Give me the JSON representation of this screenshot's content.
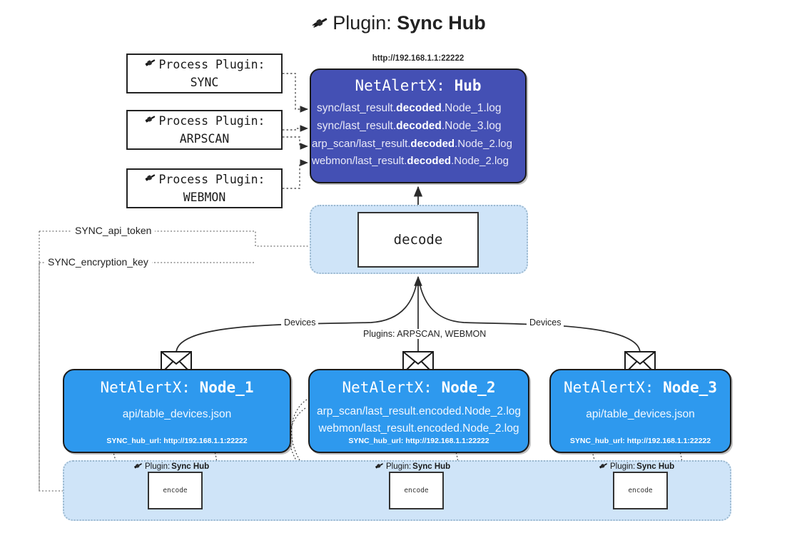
{
  "title": {
    "icon": "plug-icon",
    "prefix": "Plugin:",
    "name": "Sync Hub"
  },
  "process_plugins": [
    {
      "icon": "plug-icon",
      "line1": "Process Plugin:",
      "line2": "SYNC"
    },
    {
      "icon": "plug-icon",
      "line1": "Process Plugin:",
      "line2": "ARPSCAN"
    },
    {
      "icon": "plug-icon",
      "line1": "Process Plugin:",
      "line2": "WEBMON"
    }
  ],
  "hub": {
    "url": "http://192.168.1.1:22222",
    "title_prefix": "NetAlertX:",
    "title_name": "Hub",
    "logs": [
      {
        "pre": "sync/last_result.",
        "bold": "decoded",
        "post": ".Node_1.log"
      },
      {
        "pre": "sync/last_result.",
        "bold": "decoded",
        "post": ".Node_3.log"
      },
      {
        "pre": "arp_scan/last_result.",
        "bold": "decoded",
        "post": ".Node_2.log"
      },
      {
        "pre": "webmon/last_result.",
        "bold": "decoded",
        "post": ".Node_2.log"
      }
    ]
  },
  "decode": {
    "label": "decode"
  },
  "secrets": [
    {
      "label": "SYNC_api_token"
    },
    {
      "label": "SYNC_encryption_key"
    }
  ],
  "edge_labels": {
    "devices_left": "Devices",
    "plugins_center": "Plugins: ARPSCAN, WEBMON",
    "devices_right": "Devices"
  },
  "nodes": [
    {
      "id": "node1",
      "title_prefix": "NetAlertX:",
      "title_name": "Node_1",
      "lines": [
        "api/table_devices.json"
      ],
      "footer": "SYNC_hub_url: http://192.168.1.1:22222",
      "mail_icon": "envelope-icon"
    },
    {
      "id": "node2",
      "title_prefix": "NetAlertX:",
      "title_name": "Node_2",
      "lines": [
        "arp_scan/last_result.encoded.Node_2.log",
        "webmon/last_result.encoded.Node_2.log"
      ],
      "footer": "SYNC_hub_url: http://192.168.1.1:22222",
      "mail_icon": "envelope-icon"
    },
    {
      "id": "node3",
      "title_prefix": "NetAlertX:",
      "title_name": "Node_3",
      "lines": [
        "api/table_devices.json"
      ],
      "footer": "SYNC_hub_url: http://192.168.1.1:22222",
      "mail_icon": "envelope-icon"
    }
  ],
  "encoders": [
    {
      "tag_icon": "plug-icon",
      "tag_prefix": "Plugin:",
      "tag_name": "Sync Hub",
      "label": "encode"
    },
    {
      "tag_icon": "plug-icon",
      "tag_prefix": "Plugin:",
      "tag_name": "Sync Hub",
      "label": "encode"
    },
    {
      "tag_icon": "plug-icon",
      "tag_prefix": "Plugin:",
      "tag_name": "Sync Hub",
      "label": "encode"
    }
  ],
  "colors": {
    "hub_fill": "#4450b4",
    "node_fill": "#2e99ee",
    "container_fill": "#cfe4f8",
    "stroke": "#1b1b1b"
  }
}
